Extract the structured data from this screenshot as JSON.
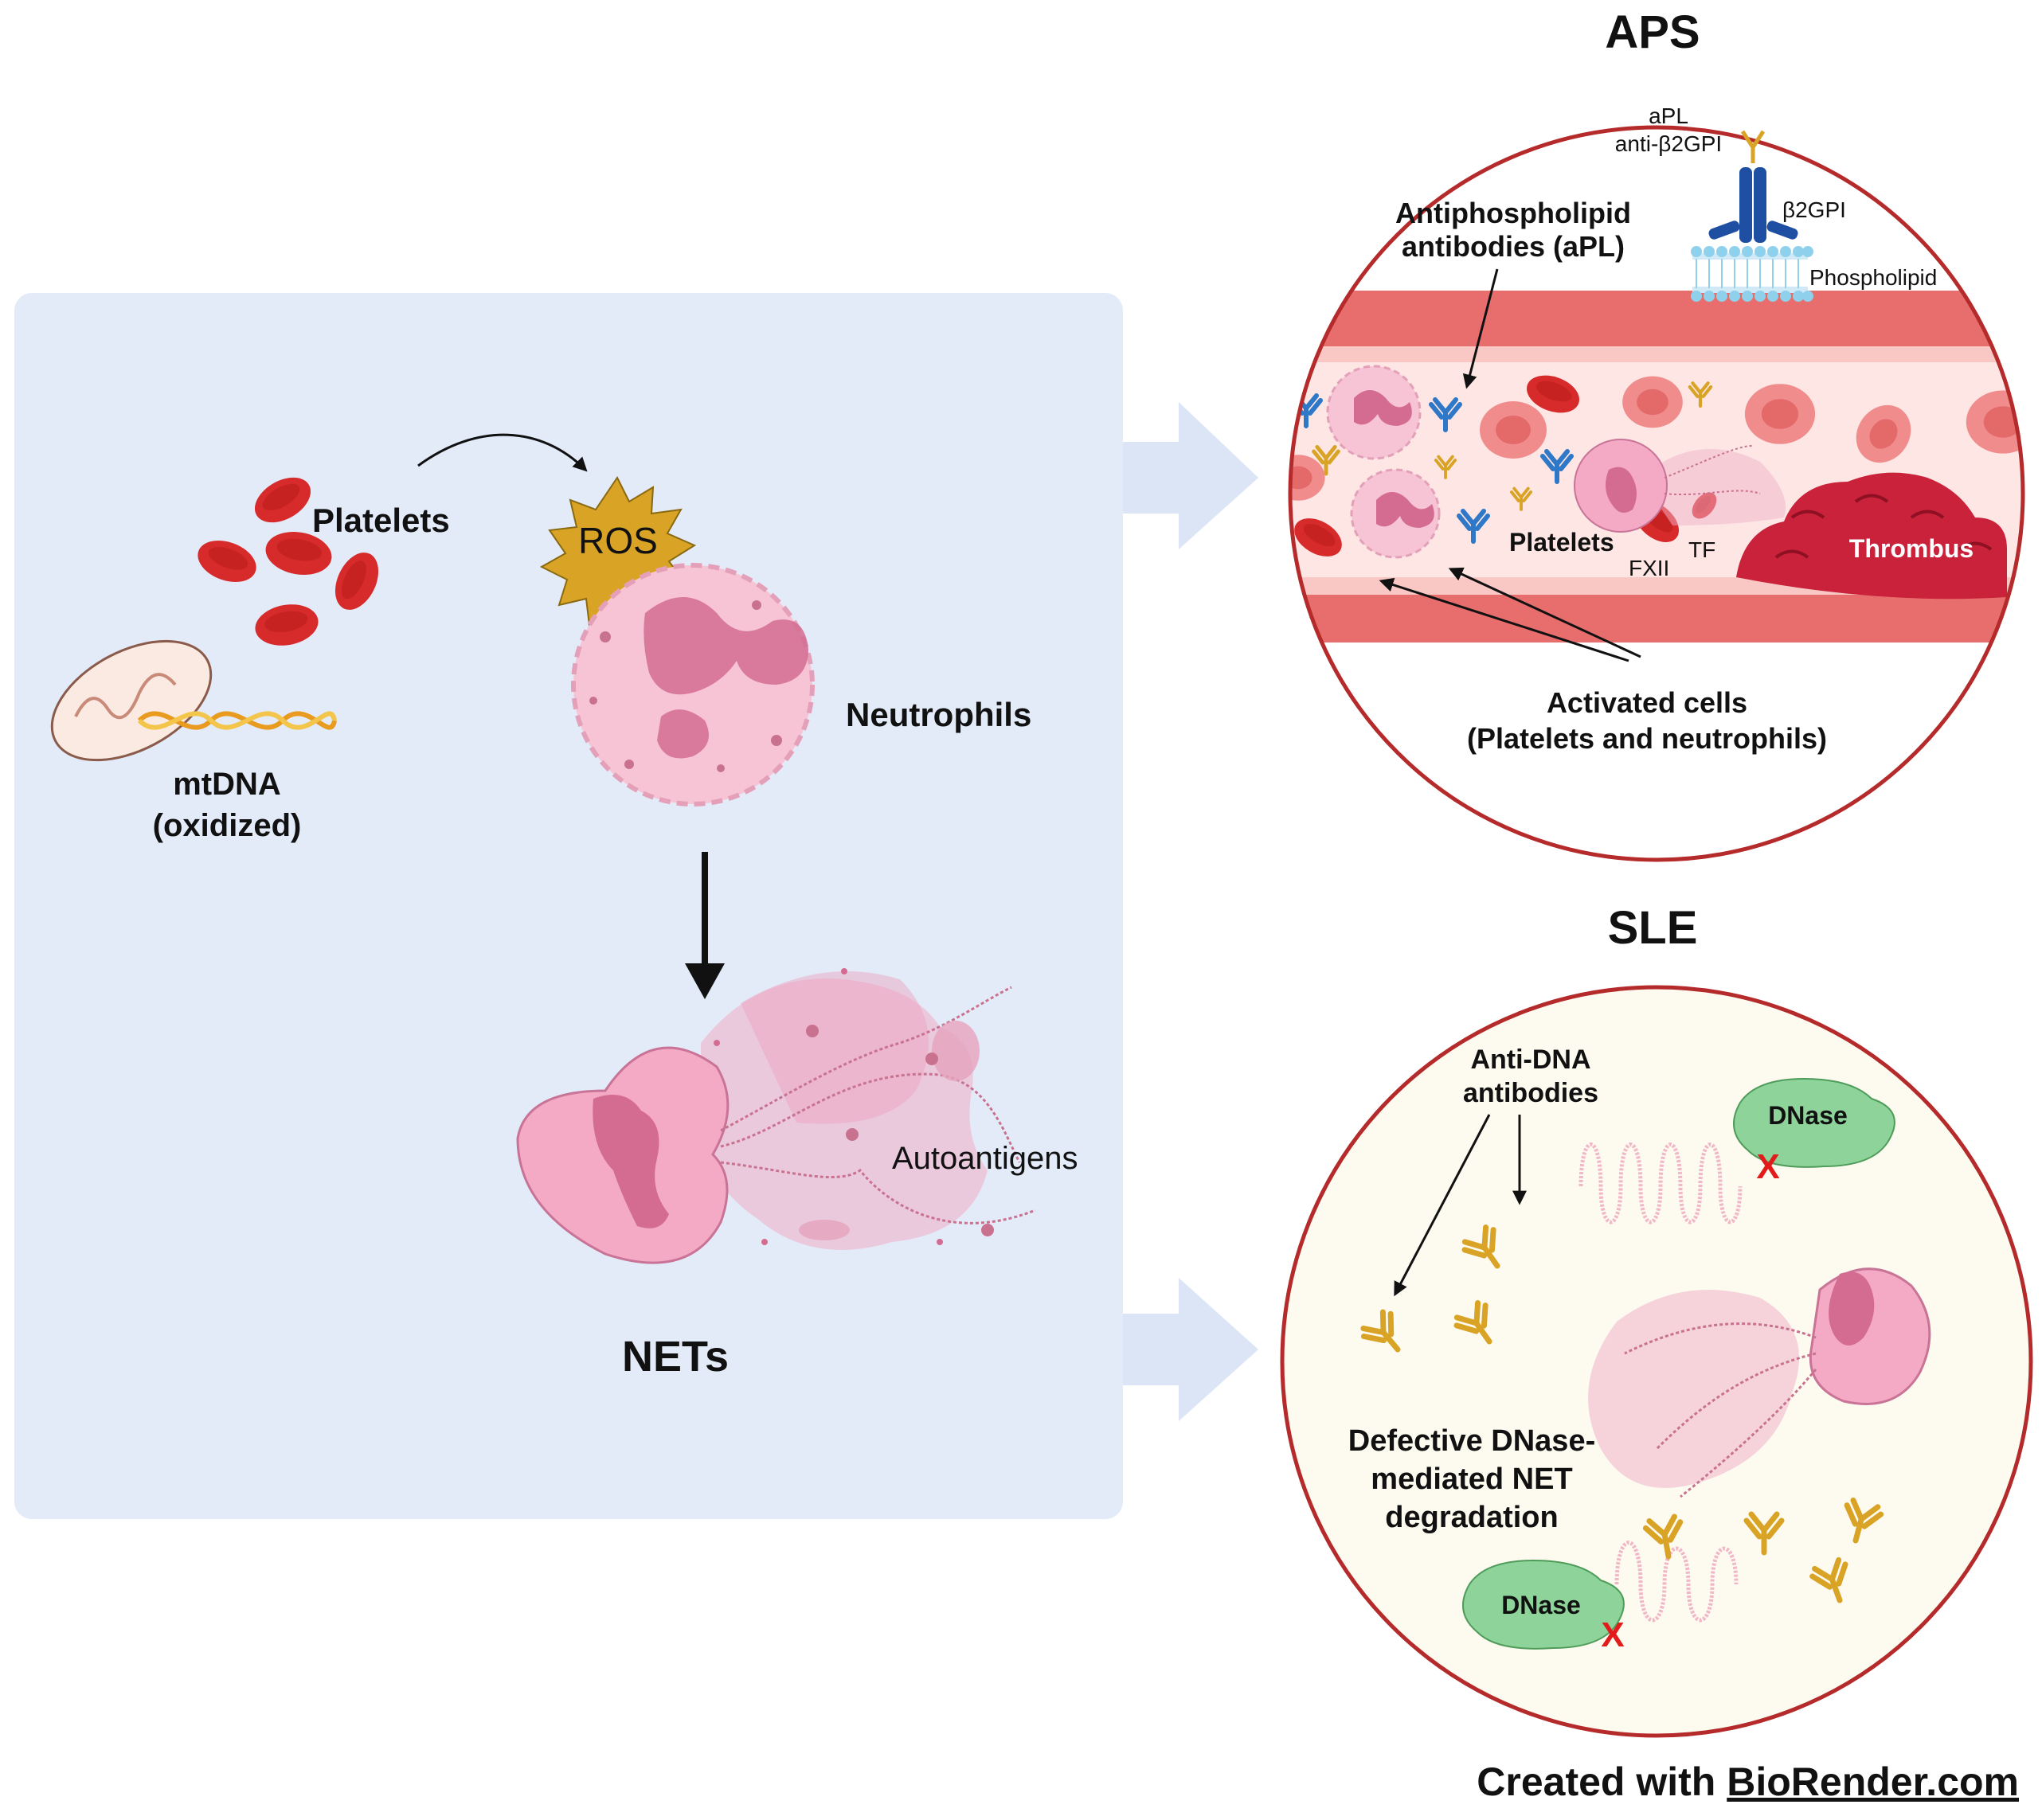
{
  "left_panel": {
    "platelets_label": "Platelets",
    "mtdna_label_line1": "mtDNA",
    "mtdna_label_line2": "(oxidized)",
    "ros_label": "ROS",
    "neutrophils_label": "Neutrophils",
    "autoantigens_label": "Autoantigens",
    "nets_label": "NETs"
  },
  "aps": {
    "title": "APS",
    "apl_label": "aPL",
    "anti_b2gpi_label": "anti-β2GPI",
    "b2gpi_label": "β2GPI",
    "phospholipid_label": "Phospholipid",
    "antiphospholipid_line1": "Antiphospholipid",
    "antiphospholipid_line2": "antibodies (aPL)",
    "platelets_label": "Platelets",
    "tf_label": "TF",
    "fxii_label": "FXII",
    "thrombus_label": "Thrombus",
    "activated_line1": "Activated cells",
    "activated_line2": "(Platelets and neutrophils)"
  },
  "sle": {
    "title": "SLE",
    "anti_dna_line1": "Anti-DNA",
    "anti_dna_line2": "antibodies",
    "dnase_label_1": "DNase",
    "dnase_label_2": "DNase",
    "x_mark": "X",
    "defective_line1": "Defective DNase-",
    "defective_line2": "mediated NET",
    "defective_line3": "degradation"
  },
  "credit": {
    "prefix": "Created with ",
    "brand": "BioRender.com"
  },
  "colors": {
    "panel_bg": "#e3ebf9",
    "arrow_bg": "#dbe5f6",
    "circle_border": "#b52a2a",
    "vessel_wall": "#e86e6e",
    "vessel_lumen": "#fde6e4",
    "platelet_red": "#d72b2b",
    "neutrophil_pink": "#f6c4d4",
    "nucleus_pink": "#d46c92",
    "antibody_gold": "#d9a326",
    "antibody_blue": "#2f78c8",
    "thrombus": "#c9223a",
    "dnase_green": "#8ed39a",
    "x_red": "#e21b1b",
    "ros_gold": "#d9a326"
  }
}
